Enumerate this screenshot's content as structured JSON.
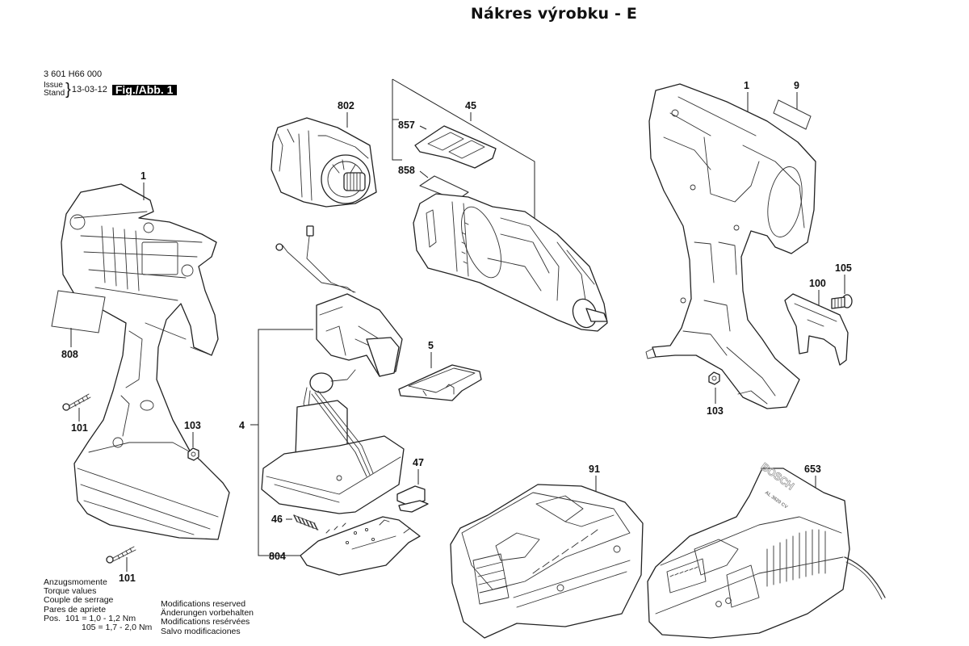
{
  "header": {
    "title": "Nákres výrobku - E",
    "doc_number": "3 601 H66 000",
    "issue_label_en": "Issue",
    "issue_label_de": "Stand",
    "issue_date": "13-03-12",
    "figure_badge": "Fig./Abb. 1"
  },
  "diagram": {
    "parts": [
      {
        "id": "1",
        "label": "1",
        "description": "housing half (left)"
      },
      {
        "id": "1b",
        "label": "1",
        "description": "housing half (right)"
      },
      {
        "id": "4",
        "label": "4",
        "description": "switch / electronics assembly"
      },
      {
        "id": "5",
        "label": "5",
        "description": "slide"
      },
      {
        "id": "9",
        "label": "9",
        "description": "label plate"
      },
      {
        "id": "45",
        "label": "45",
        "description": "gearbox with chuck"
      },
      {
        "id": "46",
        "label": "46",
        "description": "compression spring"
      },
      {
        "id": "47",
        "label": "47",
        "description": "latch button"
      },
      {
        "id": "91",
        "label": "91",
        "description": "battery pack"
      },
      {
        "id": "100",
        "label": "100",
        "description": "belt clip"
      },
      {
        "id": "101a",
        "label": "101",
        "description": "tapping screw"
      },
      {
        "id": "101b",
        "label": "101",
        "description": "tapping screw"
      },
      {
        "id": "103a",
        "label": "103",
        "description": "hexagon nut"
      },
      {
        "id": "103b",
        "label": "103",
        "description": "hexagon nut"
      },
      {
        "id": "105",
        "label": "105",
        "description": "screw"
      },
      {
        "id": "653",
        "label": "653",
        "description": "battery charger"
      },
      {
        "id": "802",
        "label": "802",
        "description": "DC motor"
      },
      {
        "id": "804",
        "label": "804",
        "description": "battery receptacle plate"
      },
      {
        "id": "808",
        "label": "808",
        "description": "type plate"
      },
      {
        "id": "857",
        "label": "857",
        "description": "switch slide"
      },
      {
        "id": "858",
        "label": "858",
        "description": "bracket"
      }
    ],
    "charger_brand": "BOSCH",
    "charger_model": "AL 3620 CV"
  },
  "footer": {
    "torque_lines": [
      "Anzugsmomente",
      "Torque values",
      "Couple de serrage",
      "Pares de apriete"
    ],
    "torque_pos_prefix": "Pos.",
    "torque_values": [
      {
        "pos": "101",
        "value": "= 1,0 - 1,2 Nm"
      },
      {
        "pos": "105",
        "value": "= 1,7 - 2,0 Nm"
      }
    ],
    "modifications": [
      "Modifications reserved",
      "Änderungen vorbehalten",
      "Modifications resérvées",
      "Salvo modificaciones"
    ]
  }
}
